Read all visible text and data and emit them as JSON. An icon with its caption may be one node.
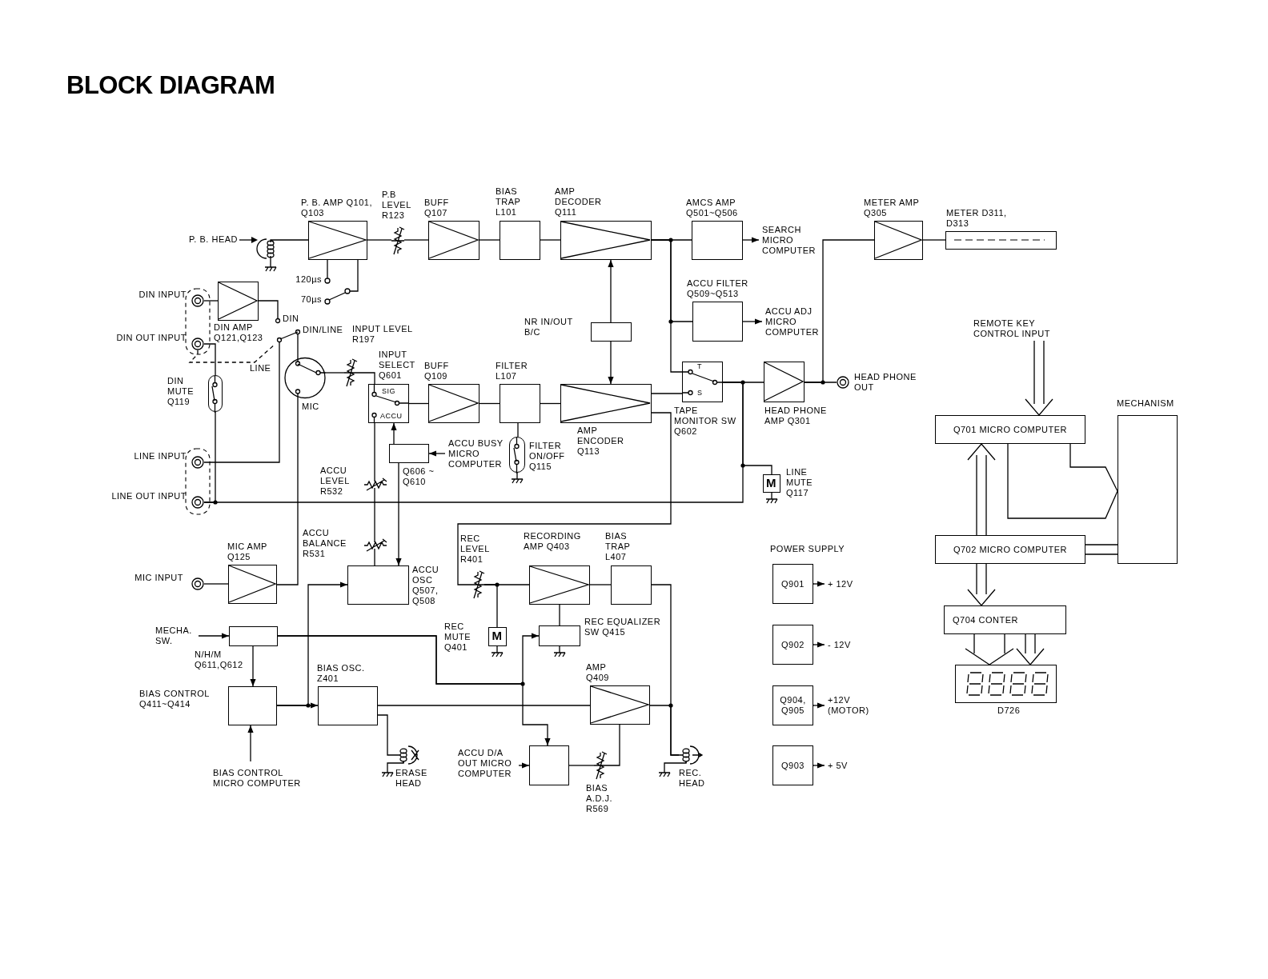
{
  "diagram": {
    "title": "BLOCK DIAGRAM",
    "nodes": [
      {
        "text": [
          "P. B. HEAD"
        ]
      },
      {
        "text": [
          "P. B. AMP Q101, Q103"
        ]
      },
      {
        "text": [
          "P.B LEVEL R123"
        ]
      },
      {
        "text": [
          "BUFF Q107"
        ]
      },
      {
        "text": [
          "BIAS TRAP L101"
        ]
      },
      {
        "text": [
          "AMP DECODER Q111"
        ]
      },
      {
        "text": [
          "AMCS AMP Q501~Q506"
        ]
      },
      {
        "text": [
          "SEARCH MICRO COMPUTER"
        ]
      },
      {
        "text": [
          "METER AMP Q305"
        ]
      },
      {
        "text": [
          "METER D311, D313"
        ]
      },
      {
        "text": [
          "ACCU FILTER Q509~Q513"
        ]
      },
      {
        "text": [
          "ACCU ADJ MICRO COMPUTER"
        ]
      },
      {
        "text": [
          "NR IN/OUT B/C"
        ]
      },
      {
        "text": [
          "DIN INPUT"
        ]
      },
      {
        "text": [
          "DIN OUT INPUT"
        ]
      },
      {
        "text": [
          "DIN AMP Q121,Q123"
        ]
      },
      {
        "text": [
          "DIN",
          "DIN/LINE"
        ],
        "beside": [
          "LINE"
        ]
      },
      {
        "text": [
          "MIC"
        ]
      },
      {
        "text": [
          "INPUT LEVEL R197"
        ]
      },
      {
        "text": [
          "INPUT SELECT Q601",
          "SIG",
          "ACCU"
        ]
      },
      {
        "text": [
          "BUFF Q109"
        ]
      },
      {
        "text": [
          "FILTER L107"
        ]
      },
      {
        "text": [
          "AMP ENCODER Q113"
        ]
      },
      {
        "text": [
          "FILTER ON/OFF Q115"
        ]
      },
      {
        "text": [
          "T",
          "S",
          "TAPE MONITOR SW Q602"
        ]
      },
      {
        "text": [
          "HEAD PHONE AMP Q301"
        ]
      },
      {
        "text": [
          "HEAD PHONE OUT"
        ]
      },
      {
        "text": [
          "M",
          "LINE MUTE Q117"
        ]
      },
      {
        "text": [
          "LINE INPUT"
        ]
      },
      {
        "text": [
          "LINE OUT INPUT"
        ]
      },
      {
        "text": [
          "DIN MUTE Q119"
        ]
      },
      {
        "text": [
          "Q606 ~ Q610"
        ]
      },
      {
        "text": [
          "ACCU BUSY MICRO COMPUTER"
        ]
      },
      {
        "text": [
          "ACCU LEVEL R532"
        ]
      },
      {
        "text": [
          "MIC INPUT"
        ]
      },
      {
        "text": [
          "MIC AMP Q125"
        ]
      },
      {
        "text": [
          "ACCU BALANCE R531"
        ]
      },
      {
        "text": [
          "ACCU OSC Q507, Q508"
        ]
      },
      {
        "text": [
          "MECHA. SW."
        ]
      },
      {
        "text": [
          "N/H/M Q611,Q612"
        ]
      },
      {
        "text": [
          "BIAS CONTROL Q411~Q414"
        ]
      },
      {
        "text": [
          "BIAS CONTROL MICRO COMPUTER"
        ]
      },
      {
        "text": [
          "BIAS OSC. Z401"
        ]
      },
      {
        "text": [
          "ERASE HEAD"
        ]
      },
      {
        "text": [
          "REC LEVEL R401"
        ]
      },
      {
        "text": [
          "REC MUTE Q401",
          "M"
        ]
      },
      {
        "text": [
          "RECORDING AMP Q403"
        ]
      },
      {
        "text": [
          "BIAS TRAP L407"
        ]
      },
      {
        "text": [
          "REC EQUALIZER SW Q415"
        ]
      },
      {
        "text": [
          "AMP Q409"
        ]
      },
      {
        "text": [
          "ACCU D/A OUT MICRO COMPUTER"
        ]
      },
      {
        "text": [],
        "shape": "box"
      },
      {
        "text": [
          "BIAS A.D.J. R569"
        ]
      },
      {
        "text": [
          "REC. HEAD"
        ]
      },
      {
        "text": [
          "Q901"
        ]
      },
      {
        "text": [
          "+ 12V"
        ]
      },
      {
        "text": [
          "Q902"
        ]
      },
      {
        "text": [
          "- 12V"
        ]
      },
      {
        "text": [
          "Q904, Q905"
        ]
      },
      {
        "text": [
          "+12V (MOTOR)"
        ]
      },
      {
        "text": [
          "Q903"
        ]
      },
      {
        "text": [
          "+ 5V"
        ]
      },
      {
        "text": [
          "REMOTE KEY CONTROL INPUT"
        ]
      },
      {
        "text": [
          "Q701 MICRO COMPUTER"
        ]
      },
      {
        "text": [
          "MECHANISM"
        ]
      },
      {
        "text": [
          "Q702 MICRO COMPUTER"
        ]
      },
      {
        "text": [
          "Q704 CONTER"
        ]
      },
      {
        "text": [
          "D726"
        ]
      }
    ],
    "edges": [
      {
        "from": 0,
        "to": 1,
        "arrow": "none"
      },
      {
        "from": 1,
        "to": 2,
        "arrow": "none"
      },
      {
        "from": 2,
        "to": 3,
        "arrow": "none"
      },
      {
        "from": 3,
        "to": 4,
        "arrow": "none"
      },
      {
        "from": 4,
        "to": 5,
        "arrow": "none"
      },
      {
        "from": 5,
        "to": 6,
        "arrow": "none"
      },
      {
        "from": 6,
        "to": 7,
        "arrow": "to"
      },
      {
        "from": 5,
        "to": 10,
        "arrow": "none"
      },
      {
        "from": 10,
        "to": 11,
        "arrow": "to"
      },
      {
        "from": 5,
        "to": 24,
        "arrow": "none"
      },
      {
        "from": 12,
        "to": 5,
        "arrow": "to"
      },
      {
        "from": 12,
        "to": 22,
        "arrow": "to"
      },
      {
        "from": 22,
        "to": 24,
        "arrow": "none"
      },
      {
        "from": 24,
        "to": 25,
        "arrow": "none"
      },
      {
        "from": 25,
        "to": 26,
        "arrow": "none"
      },
      {
        "from": 25,
        "to": 8,
        "arrow": "none"
      },
      {
        "from": 8,
        "to": 9,
        "arrow": "none"
      },
      {
        "from": 24,
        "to": 27,
        "arrow": "none"
      },
      {
        "from": 24,
        "to": 29,
        "arrow": "none"
      },
      {
        "from": 22,
        "to": 44,
        "arrow": "none"
      },
      {
        "from": 13,
        "to": 15,
        "arrow": "none"
      },
      {
        "from": 15,
        "to": 16,
        "arrow": "none"
      },
      {
        "from": 28,
        "to": 16,
        "arrow": "none"
      },
      {
        "from": 16,
        "to": 17,
        "arrow": "none"
      },
      {
        "from": 17,
        "to": 18,
        "arrow": "none"
      },
      {
        "from": 18,
        "to": 19,
        "arrow": "none"
      },
      {
        "from": 19,
        "to": 20,
        "arrow": "none"
      },
      {
        "from": 20,
        "to": 21,
        "arrow": "none"
      },
      {
        "from": 21,
        "to": 22,
        "arrow": "none"
      },
      {
        "from": 21,
        "to": 23,
        "arrow": "none"
      },
      {
        "from": 14,
        "to": 30,
        "arrow": "none"
      },
      {
        "from": 30,
        "to": 29,
        "arrow": "none"
      },
      {
        "from": 35,
        "to": 17,
        "arrow": "none"
      },
      {
        "from": 34,
        "to": 35,
        "arrow": "none"
      },
      {
        "from": 32,
        "to": 31,
        "arrow": "to"
      },
      {
        "from": 31,
        "to": 19,
        "arrow": "to"
      },
      {
        "from": 31,
        "to": 37,
        "arrow": "to"
      },
      {
        "from": 19,
        "to": 33,
        "arrow": "none"
      },
      {
        "from": 33,
        "to": 36,
        "arrow": "none"
      },
      {
        "from": 36,
        "to": 37,
        "arrow": "none"
      },
      {
        "from": 38,
        "to": 39,
        "arrow": "to"
      },
      {
        "from": 39,
        "to": 40,
        "arrow": "to"
      },
      {
        "from": 41,
        "to": 40,
        "arrow": "to"
      },
      {
        "from": 40,
        "to": 42,
        "arrow": "to"
      },
      {
        "from": 40,
        "to": 37,
        "arrow": "to"
      },
      {
        "from": 39,
        "to": 48,
        "arrow": "to"
      },
      {
        "from": 39,
        "to": 51,
        "arrow": "to"
      },
      {
        "from": 42,
        "to": 43,
        "arrow": "none"
      },
      {
        "from": 42,
        "to": 49,
        "arrow": "none"
      },
      {
        "from": 44,
        "to": 46,
        "arrow": "none"
      },
      {
        "from": 44,
        "to": 45,
        "arrow": "none"
      },
      {
        "from": 46,
        "to": 47,
        "arrow": "none"
      },
      {
        "from": 46,
        "to": 48,
        "arrow": "none"
      },
      {
        "from": 47,
        "to": 53,
        "arrow": "none"
      },
      {
        "from": 49,
        "to": 53,
        "arrow": "none"
      },
      {
        "from": 50,
        "to": 51,
        "arrow": "to"
      },
      {
        "from": 51,
        "to": 52,
        "arrow": "none"
      },
      {
        "from": 52,
        "to": 49,
        "arrow": "none"
      },
      {
        "from": 54,
        "to": 55,
        "arrow": "to"
      },
      {
        "from": 56,
        "to": 57,
        "arrow": "to"
      },
      {
        "from": 58,
        "to": 59,
        "arrow": "to"
      },
      {
        "from": 60,
        "to": 61,
        "arrow": "to"
      },
      {
        "from": 62,
        "to": 63,
        "arrow": "to"
      },
      {
        "from": 63,
        "to": 64,
        "arrow": "none"
      },
      {
        "from": 63,
        "to": 64,
        "arrow": "none"
      },
      {
        "from": 65,
        "to": 64,
        "arrow": "none"
      },
      {
        "from": 65,
        "to": 63,
        "arrow": "to"
      },
      {
        "from": 65,
        "to": 66,
        "arrow": "to"
      },
      {
        "from": 66,
        "to": 67,
        "arrow": "to"
      },
      {
        "from": 66,
        "to": 67,
        "arrow": "to"
      },
      {
        "from": 14,
        "to": 16,
        "arrow": "none",
        "style": "dashed"
      }
    ],
    "labels": [
      "120µs",
      "70µs",
      "POWER SUPPLY"
    ]
  }
}
